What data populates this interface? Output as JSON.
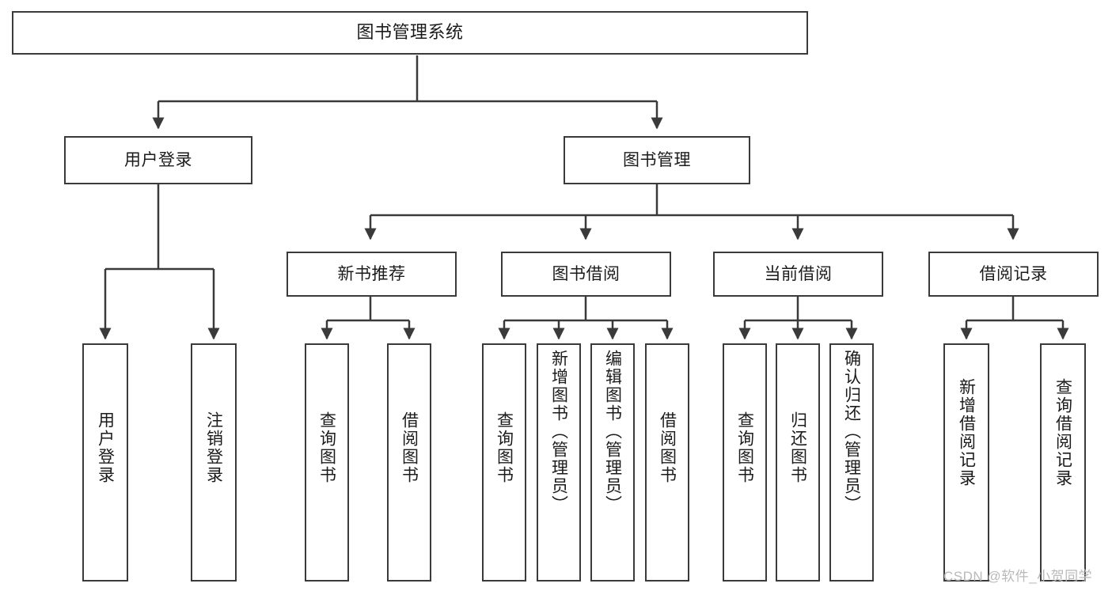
{
  "diagram": {
    "type": "tree-hierarchy-chart",
    "title": "图书管理系统",
    "colors": {
      "stroke": "#3a3a3a",
      "fill": "#ffffff",
      "text": "#1b1b1b",
      "watermark": "#b9b9b9"
    },
    "watermark": "CSDN @软件_小贺同学",
    "levels": {
      "level1": [
        {
          "id": "root",
          "label": "图书管理系统"
        }
      ],
      "level2": [
        {
          "id": "user-login",
          "label": "用户登录"
        },
        {
          "id": "book-management",
          "label": "图书管理"
        }
      ],
      "level3": [
        {
          "id": "new-book-recommend",
          "label": "新书推荐"
        },
        {
          "id": "book-borrow",
          "label": "图书借阅"
        },
        {
          "id": "current-borrow",
          "label": "当前借阅"
        },
        {
          "id": "borrow-record",
          "label": "借阅记录"
        }
      ],
      "level4": [
        {
          "id": "leaf-user-login",
          "label": "用户登录",
          "parent": "user-login"
        },
        {
          "id": "leaf-logout",
          "label": "注销登录",
          "parent": "user-login"
        },
        {
          "id": "leaf-query-book-1",
          "label": "查询图书",
          "parent": "new-book-recommend"
        },
        {
          "id": "leaf-borrow-book-1",
          "label": "借阅图书",
          "parent": "new-book-recommend"
        },
        {
          "id": "leaf-query-book-2",
          "label": "查询图书",
          "parent": "book-borrow"
        },
        {
          "id": "leaf-add-book",
          "label": "新增图书（管理员）",
          "parent": "book-borrow"
        },
        {
          "id": "leaf-edit-book",
          "label": "编辑图书（管理员）",
          "parent": "book-borrow"
        },
        {
          "id": "leaf-borrow-book-2",
          "label": "借阅图书",
          "parent": "book-borrow"
        },
        {
          "id": "leaf-query-book-3",
          "label": "查询图书",
          "parent": "current-borrow"
        },
        {
          "id": "leaf-return-book",
          "label": "归还图书",
          "parent": "current-borrow"
        },
        {
          "id": "leaf-confirm-return",
          "label": "确认归还（管理员）",
          "parent": "current-borrow"
        },
        {
          "id": "leaf-add-record",
          "label": "新增借阅记录",
          "parent": "borrow-record"
        },
        {
          "id": "leaf-query-record",
          "label": "查询借阅记录",
          "parent": "borrow-record"
        }
      ]
    }
  }
}
